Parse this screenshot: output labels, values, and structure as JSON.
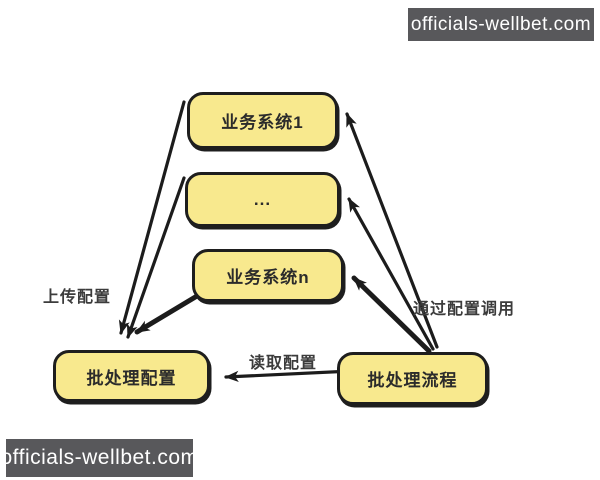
{
  "watermarks": {
    "top": "officials-wellbet.com",
    "bottom": "officials-wellbet.com"
  },
  "diagram": {
    "title": "batch-processing configuration flow",
    "nodes": [
      {
        "id": "system-1",
        "label": "业务系统1"
      },
      {
        "id": "system-ellipsis",
        "label": "..."
      },
      {
        "id": "system-n",
        "label": "业务系统n"
      },
      {
        "id": "batch-config",
        "label": "批处理配置"
      },
      {
        "id": "batch-process",
        "label": "批处理流程"
      }
    ],
    "edges": [
      {
        "id": "upload",
        "label": "上传配置",
        "from": [
          "system-1",
          "system-ellipsis",
          "system-n"
        ],
        "to": "batch-config"
      },
      {
        "id": "invoke",
        "label": "通过配置调用",
        "from": "batch-process",
        "to": [
          "system-1",
          "system-ellipsis",
          "system-n"
        ]
      },
      {
        "id": "read",
        "label": "读取配置",
        "from": "batch-process",
        "to": "batch-config"
      }
    ],
    "colors": {
      "node_fill": "#F8E98E",
      "node_border": "#1E1E1E",
      "arrow_color": "#1C1C1C",
      "banner_bg": "#58585B",
      "banner_text": "#FFFFFF"
    }
  }
}
